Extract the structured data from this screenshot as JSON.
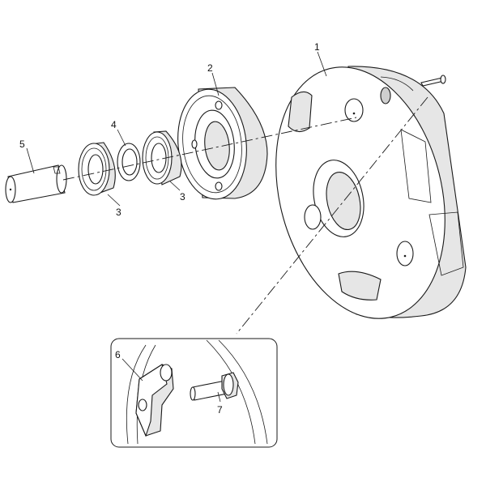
{
  "labels": {
    "part1": "1",
    "part2": "2",
    "part3a": "3",
    "part3b": "3",
    "part4": "4",
    "part5": "5",
    "part6": "6",
    "part7": "7"
  }
}
